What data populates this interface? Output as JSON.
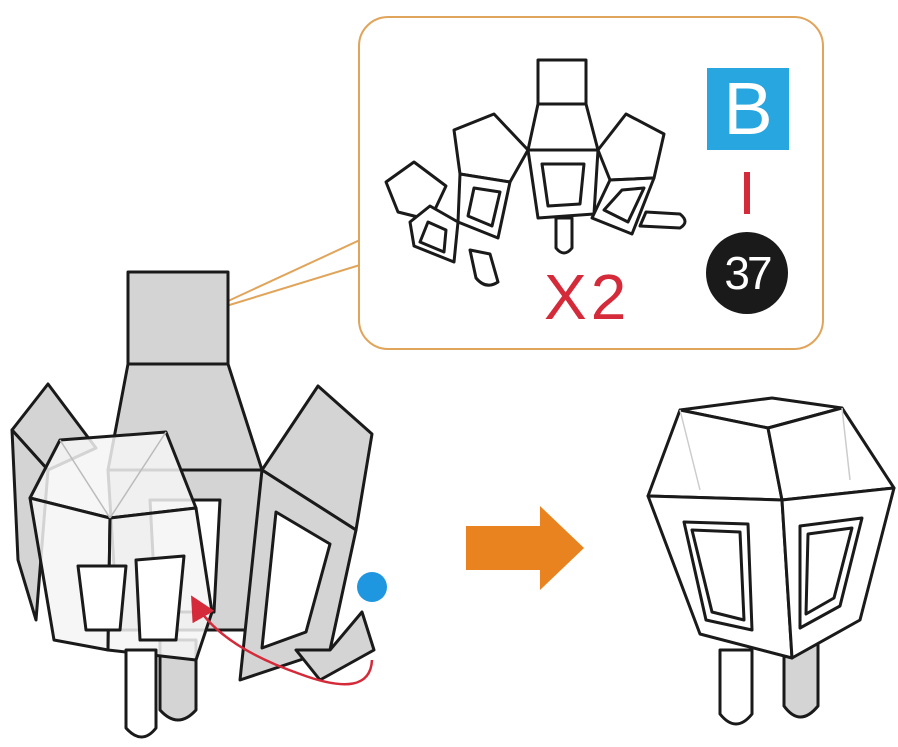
{
  "callout": {
    "sheet_label": "B",
    "part_number": "37",
    "quantity": "X2"
  },
  "colors": {
    "callout_border": "#e0a55a",
    "sheet_badge": "#27a6e0",
    "connector": "#d42a39",
    "quantity_text": "#d42a39",
    "part_circle": "#1a1a1a",
    "arrow": "#e8831f",
    "fold_hint": "#d42a39",
    "glue_dot": "#1f97e0",
    "part_fill": "#d4d4d4"
  },
  "icons": [
    "right-arrow-icon",
    "glue-dot-icon",
    "fold-arrow-icon"
  ]
}
